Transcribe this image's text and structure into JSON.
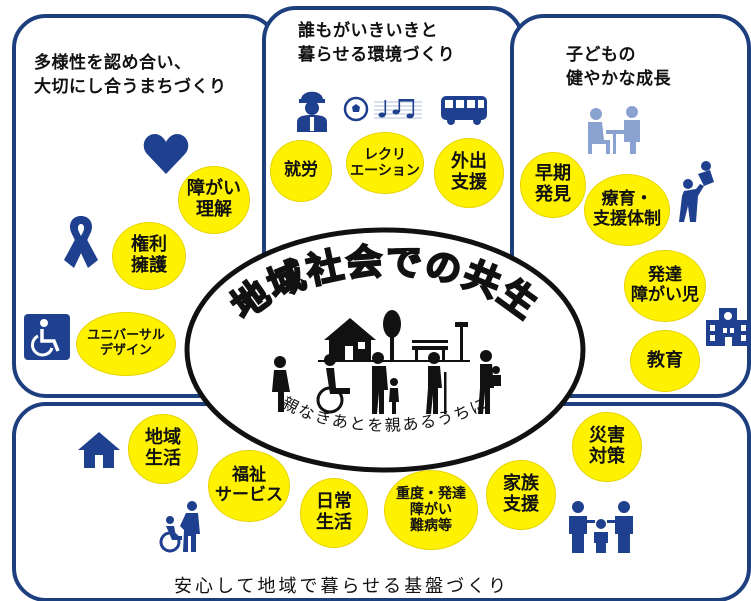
{
  "panels": {
    "left_title_1": "多様性を認め合い、",
    "left_title_2": "大切にし合うまちづくり",
    "middle_title_1": "誰もがいきいきと",
    "middle_title_2": "暮らせる環境づくり",
    "right_title_1": "子どもの",
    "right_title_2": "健やかな成長",
    "bottom_title": "安心して地域で暮らせる基盤づくり"
  },
  "center": {
    "title": "地域社会での共生",
    "subtitle": "親なきあとを親あるうちに"
  },
  "bubbles": {
    "shougai_1": "障がい",
    "shougai_2": "理解",
    "kenri_1": "権利",
    "kenri_2": "擁護",
    "ud_1": "ユニバーサル",
    "ud_2": "デザイン",
    "shuro": "就労",
    "recre_1": "レクリ",
    "recre_2": "エーション",
    "gaishutsu_1": "外出",
    "gaishutsu_2": "支援",
    "souki_1": "早期",
    "souki_2": "発見",
    "ryoiku_1": "療育・",
    "ryoiku_2": "支援体制",
    "hattatsu_1": "発達",
    "hattatsu_2": "障がい児",
    "kyoiku": "教育",
    "chiiki_1": "地域",
    "chiiki_2": "生活",
    "fukushi_1": "福祉",
    "fukushi_2": "サービス",
    "nichijo_1": "日常",
    "nichijo_2": "生活",
    "juudo_1": "重度・発達",
    "juudo_2": "障がい",
    "juudo_3": "難病等",
    "kazoku_1": "家族",
    "kazoku_2": "支援",
    "saigai_1": "災害",
    "saigai_2": "対策"
  },
  "colors": {
    "panel_border": "#1d3f7e",
    "bubble": "#fff200",
    "icon_blue": "#1f3f8f"
  }
}
